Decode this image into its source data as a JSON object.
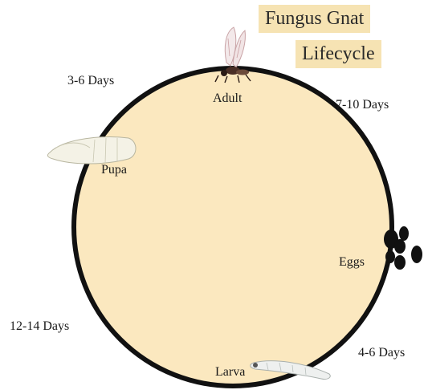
{
  "title": {
    "line1": "Fungus Gnat",
    "line2": "Lifecycle"
  },
  "stages": {
    "adult": "Adult",
    "eggs": "Eggs",
    "larva": "Larva",
    "pupa": "Pupa"
  },
  "durations": {
    "adult_to_eggs": "7-10 Days",
    "eggs_to_larva": "4-6 Days",
    "larva_to_pupa": "12-14 Days",
    "pupa_to_adult": "3-6 Days"
  },
  "colors": {
    "circle_fill": "#fbe8bf",
    "circle_stroke": "#111111",
    "title_bg": "#f6e3b3"
  },
  "icons": [
    "gnat-adult-icon",
    "egg-cluster-icon",
    "larva-icon",
    "pupa-icon"
  ]
}
